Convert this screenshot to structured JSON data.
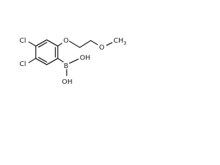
{
  "molecule": {
    "labels": {
      "cl_top": "Cl",
      "cl_bottom": "Cl",
      "o_ether": "O",
      "o_methoxy": "O",
      "ch3_main": "CH",
      "ch3_sub": "3",
      "boron": "B",
      "oh_right": "OH",
      "oh_bottom": "OH"
    }
  }
}
